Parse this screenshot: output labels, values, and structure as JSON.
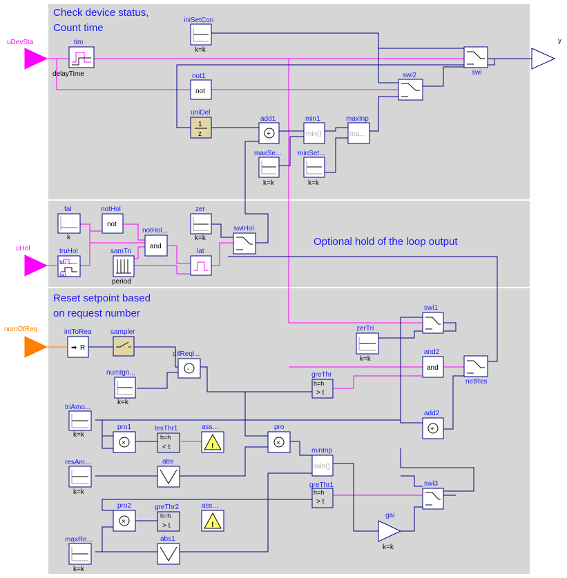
{
  "sections": {
    "top_title_1": "Check device status,",
    "top_title_2": "Count time",
    "mid_note": "Optional hold of the loop output",
    "bot_title_1": "Reset setpoint based",
    "bot_title_2": "on request number"
  },
  "inputs": {
    "uDevSta": "uDevSta",
    "uHol": "uHol",
    "numOfReq": "numOfReq"
  },
  "outputs": {
    "y": "y"
  },
  "blocks": {
    "tim": {
      "name": "tim",
      "param": "delayTime"
    },
    "iniSetCon": {
      "name": "iniSetCon",
      "param": "k=k"
    },
    "swi": {
      "name": "swi"
    },
    "not1": {
      "name": "not1",
      "text": "not"
    },
    "swi2": {
      "name": "swi2"
    },
    "uniDel": {
      "name": "uniDel",
      "num": "1",
      "den": "z"
    },
    "add1": {
      "name": "add1",
      "text": "+"
    },
    "min1": {
      "name": "min1",
      "text": "min()"
    },
    "maxInp": {
      "name": "maxInp",
      "text": "ma..."
    },
    "maxSe": {
      "name": "maxSe...",
      "param": "k=k"
    },
    "minSet": {
      "name": "minSet...",
      "param": "k=k"
    },
    "fal": {
      "name": "fal",
      "param": "k"
    },
    "truHol": {
      "name": "truHol",
      "inner1": "tru...",
      "inner2": "fal..."
    },
    "notHol": {
      "name": "notHol",
      "text": "not"
    },
    "samTri": {
      "name": "samTri",
      "param": "period"
    },
    "notHol2": {
      "name": "notHol...",
      "text": "and"
    },
    "zer": {
      "name": "zer",
      "param": "k=k"
    },
    "lat": {
      "name": "lat"
    },
    "swiHol": {
      "name": "swiHol"
    },
    "intToRea": {
      "name": "intToRea",
      "text": "R"
    },
    "sampler": {
      "name": "sampler"
    },
    "difReq": {
      "name": "difReql...",
      "text": "-"
    },
    "numIgn": {
      "name": "numIgn...",
      "param": "k=k"
    },
    "zerTri": {
      "name": "zerTri",
      "param": "k=k"
    },
    "swi1": {
      "name": "swi1"
    },
    "and2": {
      "name": "and2",
      "text": "and"
    },
    "netRes": {
      "name": "netRes"
    },
    "greThr": {
      "name": "greThr",
      "param": "h=h",
      "text": "> t"
    },
    "triAmo": {
      "name": "triAmo...",
      "param": "k=k"
    },
    "pro1": {
      "name": "pro1",
      "text": "×"
    },
    "lesThr1": {
      "name": "lesThr1",
      "param": "h=h",
      "text": "< t"
    },
    "ass1": {
      "name": "ass...",
      "text": "!"
    },
    "pro": {
      "name": "pro",
      "text": "×"
    },
    "add2": {
      "name": "add2",
      "text": "+"
    },
    "resAm": {
      "name": "resAm...",
      "param": "k=k"
    },
    "abs": {
      "name": "abs"
    },
    "minInp": {
      "name": "minInp",
      "text": "min()"
    },
    "greThr1": {
      "name": "greThr1",
      "param": "h=h",
      "text": "> t"
    },
    "swi3": {
      "name": "swi3"
    },
    "pro2": {
      "name": "pro2",
      "text": "×"
    },
    "greThr2": {
      "name": "greThr2",
      "param": "h=h",
      "text": "> t"
    },
    "ass2": {
      "name": "ass...",
      "text": "!"
    },
    "gai": {
      "name": "gai",
      "param": "k=k"
    },
    "maxRe": {
      "name": "maxRe...",
      "param": "k=k"
    },
    "abs1": {
      "name": "abs1"
    }
  },
  "colors": {
    "panel": "#d6d6d6",
    "blue": "#1a1aff",
    "navy": "#000080",
    "magenta": "#ff00ff",
    "orange": "#ff7f00",
    "tan": "#e0d6a8",
    "warn": "#ffff66"
  }
}
